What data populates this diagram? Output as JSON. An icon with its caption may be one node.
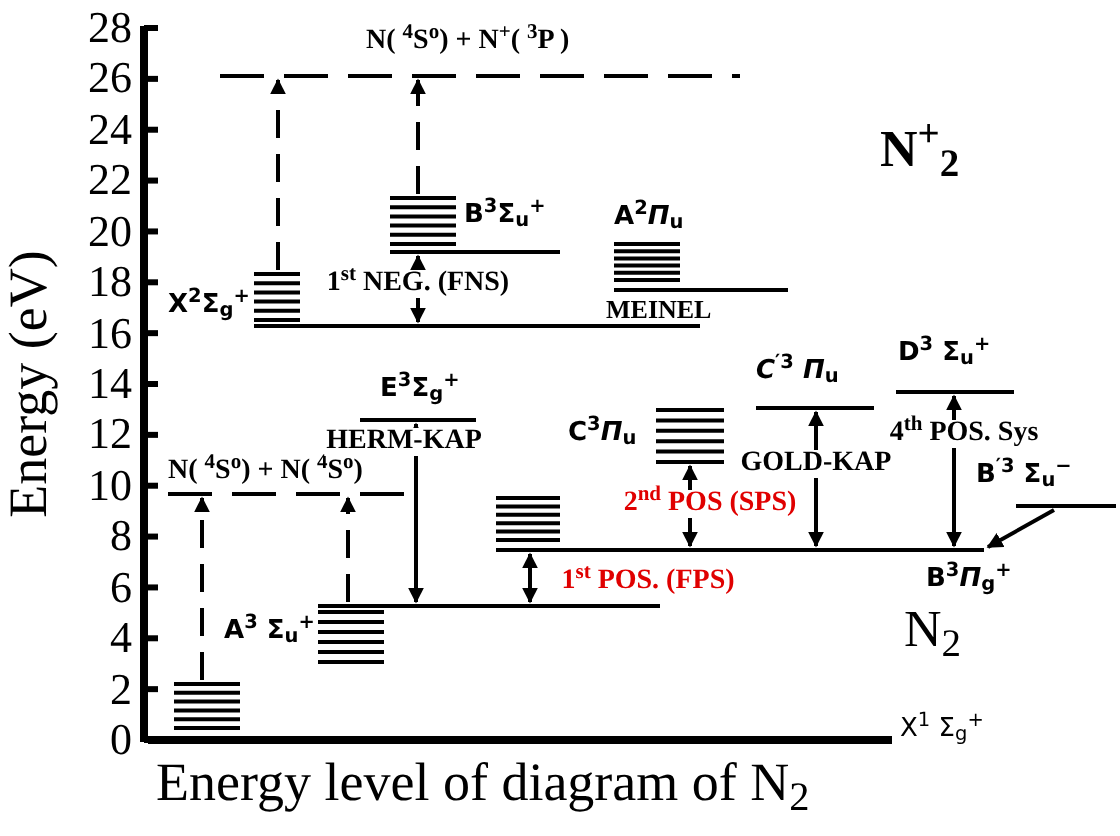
{
  "diagram": {
    "caption": "Energy level of diagram of  N$_{2}$",
    "nodes": [
      {
        "text": [
          "N( $^{4}$S$^{o}$) + N$^{+}$( $^{3}$P )"
        ]
      },
      {
        "text": [
          "X$^{2}$Σ$_{g}$$^{+}$"
        ]
      },
      {
        "text": [
          "B$^{3}$Σ$_{u}$$^{+}$"
        ]
      },
      {
        "text": [
          "A$^{2}$*Π*$_{u}$"
        ]
      },
      {
        "text": [
          "N( $^{4}$S$^{o}$) + N( $^{4}$S$^{o}$)"
        ]
      },
      {
        "text": [
          "E$^{3}$Σ$_{g}$$^{+}$"
        ]
      },
      {
        "text": [
          "A$^{3}$ Σ$_{u}$$^{+}$"
        ]
      },
      {
        "text": [],
        "shape": "bar"
      },
      {
        "text": [
          "B$^{3}$*Π*$_{g}$$^{+}$"
        ]
      },
      {
        "text": [
          "C$^{3}$*Π*$_{u}$"
        ]
      },
      {
        "text": [
          "*C*$^{′3}$ *Π*$_{u}$"
        ]
      },
      {
        "text": [
          "D$^{3}$ Σ$_{u}$$^{+}$"
        ]
      },
      {
        "text": [
          "B$^{′3}$ Σ$_{u}$$^{−}$"
        ]
      }
    ],
    "edges": [
      {
        "from": 1,
        "to": 0,
        "arrow": "to",
        "style": "dashed"
      },
      {
        "from": 2,
        "to": 0,
        "arrow": "to",
        "style": "dashed"
      },
      {
        "from": 1,
        "to": 2,
        "arrow": "both",
        "label": "1$^{st}$ NEG. (FNS)"
      },
      {
        "from": 7,
        "to": 4,
        "arrow": "to",
        "style": "dashed"
      },
      {
        "from": 6,
        "to": 4,
        "arrow": "to",
        "style": "dashed"
      },
      {
        "from": 6,
        "to": 5,
        "arrow": "both",
        "label": "HERM-KAP"
      },
      {
        "from": 6,
        "to": 8,
        "arrow": "both",
        "label": "1$^{st}$ POS. (FPS)"
      },
      {
        "from": 8,
        "to": 9,
        "arrow": "both",
        "label": "2$^{nd}$ POS (SPS)"
      },
      {
        "from": 8,
        "to": 10,
        "arrow": "both",
        "label": "GOLD-KAP"
      },
      {
        "from": 8,
        "to": 11,
        "arrow": "both",
        "label": "4$^{th}$ POS. Sys"
      },
      {
        "from": 12,
        "to": 8,
        "arrow": "to"
      }
    ],
    "labels": [
      "28",
      "26",
      "24",
      "22",
      "20",
      "18",
      "16",
      "14",
      "12",
      "10",
      "8",
      "6",
      "4",
      "2",
      "0",
      "Energy (eV)",
      "N$^{+}$$_{2}$",
      "MEINEL",
      "N$_{2}$",
      "X$^{1}$ Σ$_{g}$$^{+}$"
    ]
  }
}
